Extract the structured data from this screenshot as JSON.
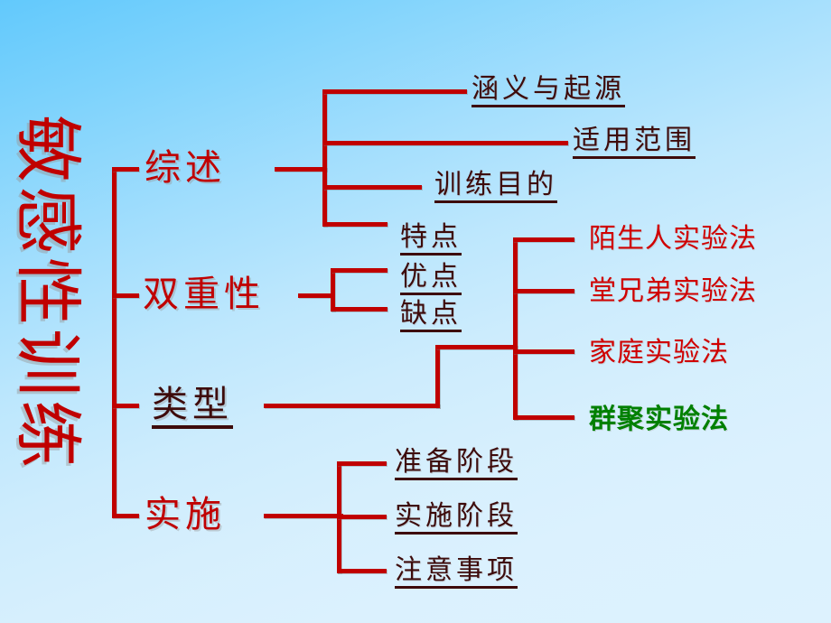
{
  "slide": {
    "kind": "mind-map",
    "background_from": "#62c9fc",
    "background_to": "#ddf2fe",
    "line_color": "#c00000"
  },
  "title": {
    "text": "敏感性训练",
    "color": "#c00000",
    "orientation": "vertical"
  },
  "branches": [
    {
      "id": "overview",
      "label": "综述",
      "color": "#c00000",
      "underline": false
    },
    {
      "id": "duality",
      "label": "双重性",
      "color": "#c00000",
      "underline": false
    },
    {
      "id": "types",
      "label": "类型",
      "color": "#3d0b0b",
      "underline": true
    },
    {
      "id": "implement",
      "label": "实施",
      "color": "#c00000",
      "underline": false
    }
  ],
  "overview_items": [
    {
      "label": "涵义与起源",
      "color": "#3d0b0b"
    },
    {
      "label": "适用范围",
      "color": "#3d0b0b"
    },
    {
      "label": "训练目的",
      "color": "#3d0b0b"
    },
    {
      "label": "特点",
      "color": "#3d0b0b"
    }
  ],
  "duality_items": [
    {
      "label": "优点",
      "color": "#3d0b0b"
    },
    {
      "label": "缺点",
      "color": "#3d0b0b"
    }
  ],
  "types_items": [
    {
      "label": "陌生人实验法",
      "color": "#d00000",
      "bold": false
    },
    {
      "label": "堂兄弟实验法",
      "color": "#d00000",
      "bold": false
    },
    {
      "label": "家庭实验法",
      "color": "#d00000",
      "bold": false
    },
    {
      "label": "群聚实验法",
      "color": "#008000",
      "bold": true
    }
  ],
  "implement_items": [
    {
      "label": "准备阶段",
      "color": "#3d0b0b"
    },
    {
      "label": "实施阶段",
      "color": "#3d0b0b"
    },
    {
      "label": "注意事项",
      "color": "#3d0b0b"
    }
  ]
}
